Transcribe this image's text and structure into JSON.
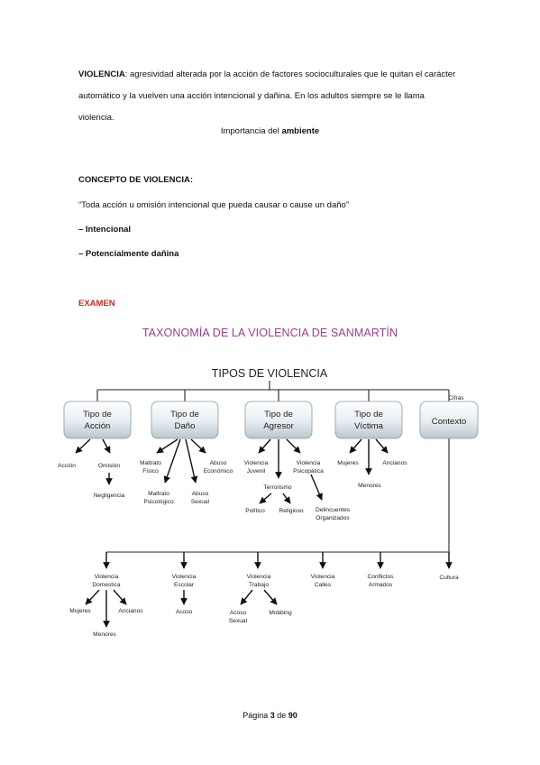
{
  "text": {
    "def_term": "VIOLENCIA",
    "def_line1": ": agresividad alterada por la acción de factores socioculturales que le quitan el carácter",
    "def_line2": "automático y la vuelven una acción intencional y dañina. En los adultos siempre se le llama",
    "def_line3": "violencia.",
    "importance_prefix": "Importancia del ",
    "importance_bold": "ambiente",
    "concept_heading": "CONCEPTO DE VIOLENCIA:",
    "quote": "“Toda acción u omisión intencional que pueda causar o cause un daño”",
    "bullet1": "– Intencional",
    "bullet2": "– Potencialmente dañina",
    "exam": "EXAMEN",
    "taxonomy_title": "TAXONOMÍA DE LA VIOLENCIA DE SANMARTÍN"
  },
  "diagram": {
    "root": "TIPOS DE VIOLENCIA",
    "cifras": "Cifras",
    "boxes": [
      [
        "Tipo de",
        "Acción"
      ],
      [
        "Tipo de",
        "Daño"
      ],
      [
        "Tipo de",
        "Agresor"
      ],
      [
        "Tipo de",
        "Víctima"
      ],
      [
        "Contexto"
      ]
    ],
    "accion": [
      "Acción",
      "Omisión",
      "Negligencia"
    ],
    "dano": [
      [
        "Maltrato",
        "Físico"
      ],
      [
        "Maltrato",
        "Psicológico"
      ],
      [
        "Abuso",
        "Sexual"
      ],
      [
        "Abuso",
        "Económico"
      ]
    ],
    "agresor": [
      [
        "Violencia",
        "Juvenil"
      ],
      [
        "Terrorismo"
      ],
      [
        "Político"
      ],
      [
        "Religioso"
      ],
      [
        "Violencia",
        "Psicopática"
      ],
      [
        "Delincuentes",
        "Organizados"
      ]
    ],
    "victima": [
      "Mujeres",
      "Ancianos",
      "Menores"
    ],
    "contexto": [
      [
        "Violencia",
        "Domestica"
      ],
      [
        "Violencia",
        "Escolar"
      ],
      [
        "Violencia",
        "Trabajo"
      ],
      [
        "Violencia",
        "Calles"
      ],
      [
        "Conflictos",
        "Armados"
      ],
      [
        "Cultura"
      ]
    ],
    "domestica": [
      "Mujeres",
      "Ancianos",
      "Menores"
    ],
    "escolar": [
      "Acoso"
    ],
    "trabajo": [
      [
        "Acoso",
        "Sexual"
      ],
      [
        "Mobbing"
      ]
    ]
  },
  "footer": {
    "prefix": "Página ",
    "page": "3",
    "mid": " de ",
    "total": "90"
  }
}
